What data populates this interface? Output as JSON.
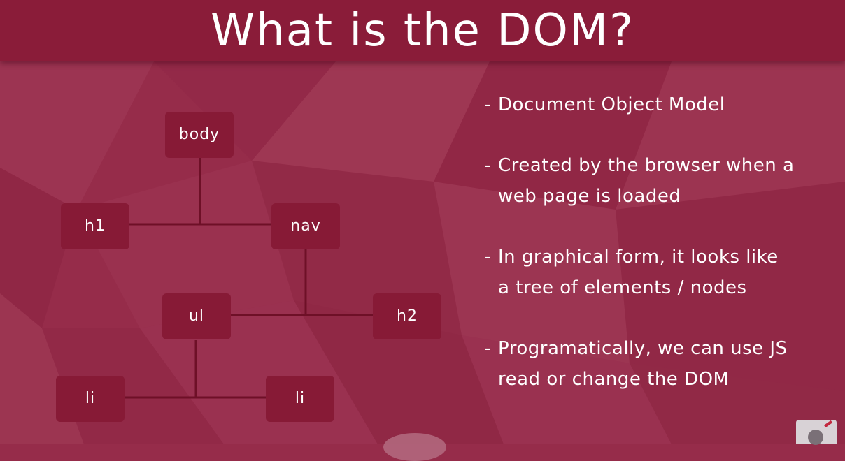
{
  "slide": {
    "title": "What is the DOM?"
  },
  "tree": {
    "nodes": {
      "body": "body",
      "h1": "h1",
      "nav": "nav",
      "ul": "ul",
      "h2": "h2",
      "li_left": "li",
      "li_right": "li"
    }
  },
  "bullets": [
    {
      "dash": "-",
      "line1": "Document Object Model",
      "line2": ""
    },
    {
      "dash": "-",
      "line1": "Created by the browser when a",
      "line2": "web page is loaded"
    },
    {
      "dash": "-",
      "line1": "In graphical form, it looks like",
      "line2": "a tree of elements / nodes"
    },
    {
      "dash": "-",
      "line1": "Programatically, we can use JS",
      "line2": "read or change the DOM"
    }
  ],
  "colors": {
    "background": "#962c4a",
    "title_bar": "#8a1c39",
    "node": "#871a36",
    "edge": "#6e1027",
    "text": "#ffffff"
  }
}
